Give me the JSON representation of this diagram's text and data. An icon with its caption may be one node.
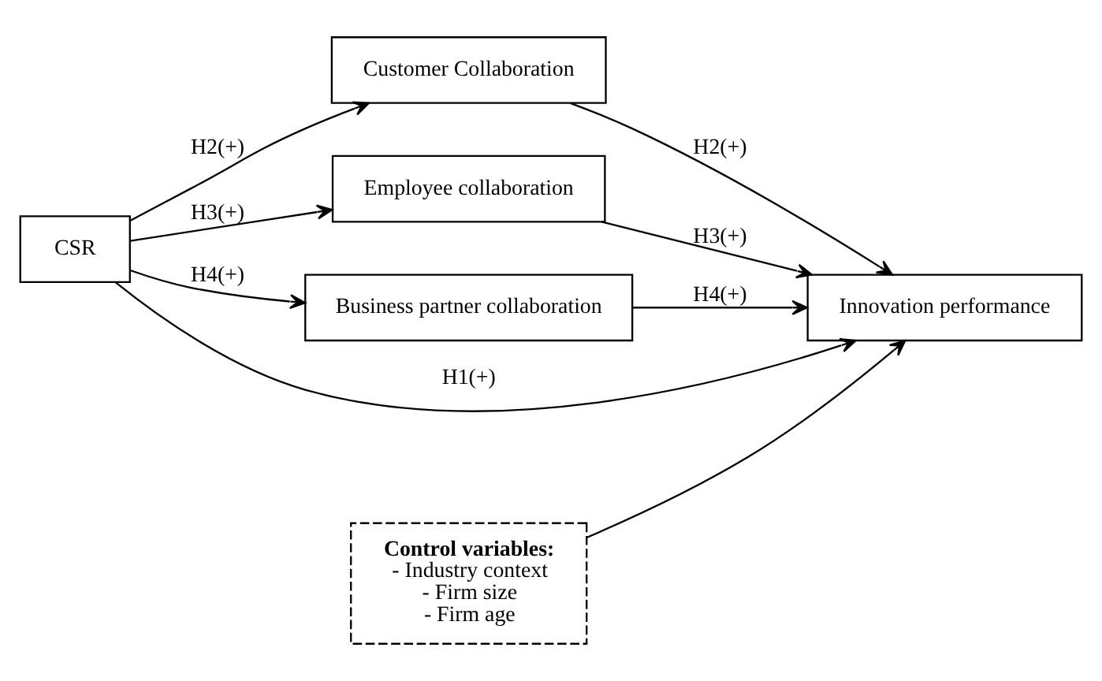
{
  "diagram": {
    "nodes": [
      {
        "text": [
          "CSR"
        ]
      },
      {
        "text": [
          "Customer Collaboration"
        ]
      },
      {
        "text": [
          "Employee collaboration"
        ]
      },
      {
        "text": [
          "Business partner collaboration"
        ]
      },
      {
        "text": [
          "Innovation performance"
        ]
      },
      {
        "text": [
          "Control variables:",
          "- Industry context",
          "- Firm size",
          "- Firm age"
        ]
      }
    ],
    "edges": [
      {
        "from": 0,
        "to": 4,
        "arrow": "to",
        "label": "H1(+)"
      },
      {
        "from": 0,
        "to": 1,
        "arrow": "to",
        "label": "H2(+)"
      },
      {
        "from": 1,
        "to": 4,
        "arrow": "to",
        "label": "H2(+)"
      },
      {
        "from": 0,
        "to": 2,
        "arrow": "to",
        "label": "H3(+)"
      },
      {
        "from": 2,
        "to": 4,
        "arrow": "to",
        "label": "H3(+)"
      },
      {
        "from": 0,
        "to": 3,
        "arrow": "to",
        "label": "H4(+)"
      },
      {
        "from": 3,
        "to": 4,
        "arrow": "to",
        "label": "H4(+)"
      },
      {
        "from": 5,
        "to": 4,
        "arrow": "to"
      }
    ]
  }
}
